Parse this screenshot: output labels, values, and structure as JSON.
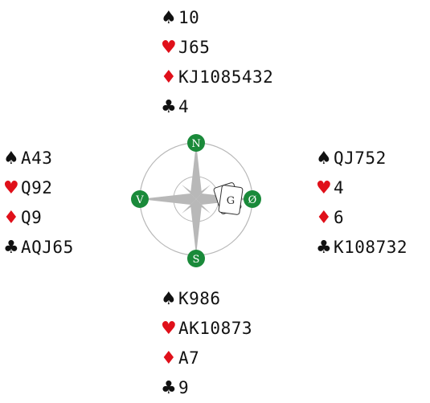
{
  "hands": {
    "north": {
      "spades": "10",
      "hearts": "J65",
      "diamonds": "KJ1085432",
      "clubs": "4"
    },
    "west": {
      "spades": "A43",
      "hearts": "Q92",
      "diamonds": "Q9",
      "clubs": "AQJ65"
    },
    "east": {
      "spades": "QJ752",
      "hearts": "4",
      "diamonds": "6",
      "clubs": "K108732"
    },
    "south": {
      "spades": "K986",
      "hearts": "AK10873",
      "diamonds": "A7",
      "clubs": "9"
    }
  },
  "suit_symbols": {
    "spades": "♠",
    "hearts": "♥",
    "diamonds": "♦",
    "clubs": "♣"
  },
  "compass": {
    "north": "N",
    "south": "S",
    "east": "Ø",
    "west": "V",
    "dealer_card": "G"
  },
  "colors": {
    "red_suit": "#e0101a",
    "black_suit": "#111111",
    "compass_green": "#1a8a3a",
    "compass_gray": "#b8b8b8"
  }
}
